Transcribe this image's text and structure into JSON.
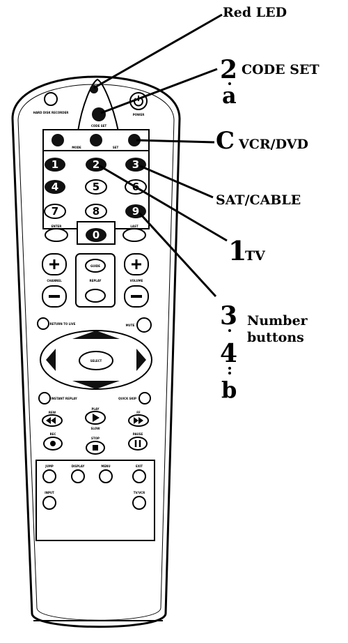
{
  "callouts": {
    "red_led": "Red LED",
    "code_set_num": "2",
    "code_set_label": "CODE SET",
    "code_set_sub": "a",
    "vcr_letter": "C",
    "vcr_label": "VCR/DVD",
    "sat_label": "SAT/CABLE",
    "tv_num": "1",
    "tv_label": "TV",
    "number_num_a": "3",
    "number_num_b": "4",
    "number_label_1": "Number",
    "number_label_2": "buttons",
    "number_sub": "b"
  },
  "remote": {
    "hard_disk_label": "HARD DISK RECORDER",
    "code_set_label": "CODE SET",
    "power_label": "POWER",
    "mode_labels": [
      "MODE",
      "SET"
    ],
    "digits": [
      "1",
      "2",
      "3",
      "4",
      "5",
      "6",
      "7",
      "8",
      "9",
      "0"
    ],
    "enter_label": "ENTER",
    "last_label": "LAST",
    "guide_label": "GUIDE",
    "replay_label": "REPLAY",
    "channel_label": "CHANNEL",
    "volume_label": "VOLUME",
    "return_label": "RETURN TO LIVE",
    "mute_label": "MUTE",
    "select_label": "SELECT",
    "instant_replay_label": "INSTANT REPLAY",
    "quick_skip_label": "QUICK SKIP",
    "rew_label": "REW",
    "play_label": "PLAY",
    "slow_label": "SLOW",
    "ff_label": "FF",
    "rec_label": "REC",
    "stop_label": "STOP",
    "pause_label": "PAUSE",
    "jump_label": "JUMP",
    "display_label": "DISPLAY",
    "menu_label": "MENU",
    "exit_label": "EXIT",
    "input_label": "INPUT",
    "tvvcr_label": "TV/VCR"
  }
}
